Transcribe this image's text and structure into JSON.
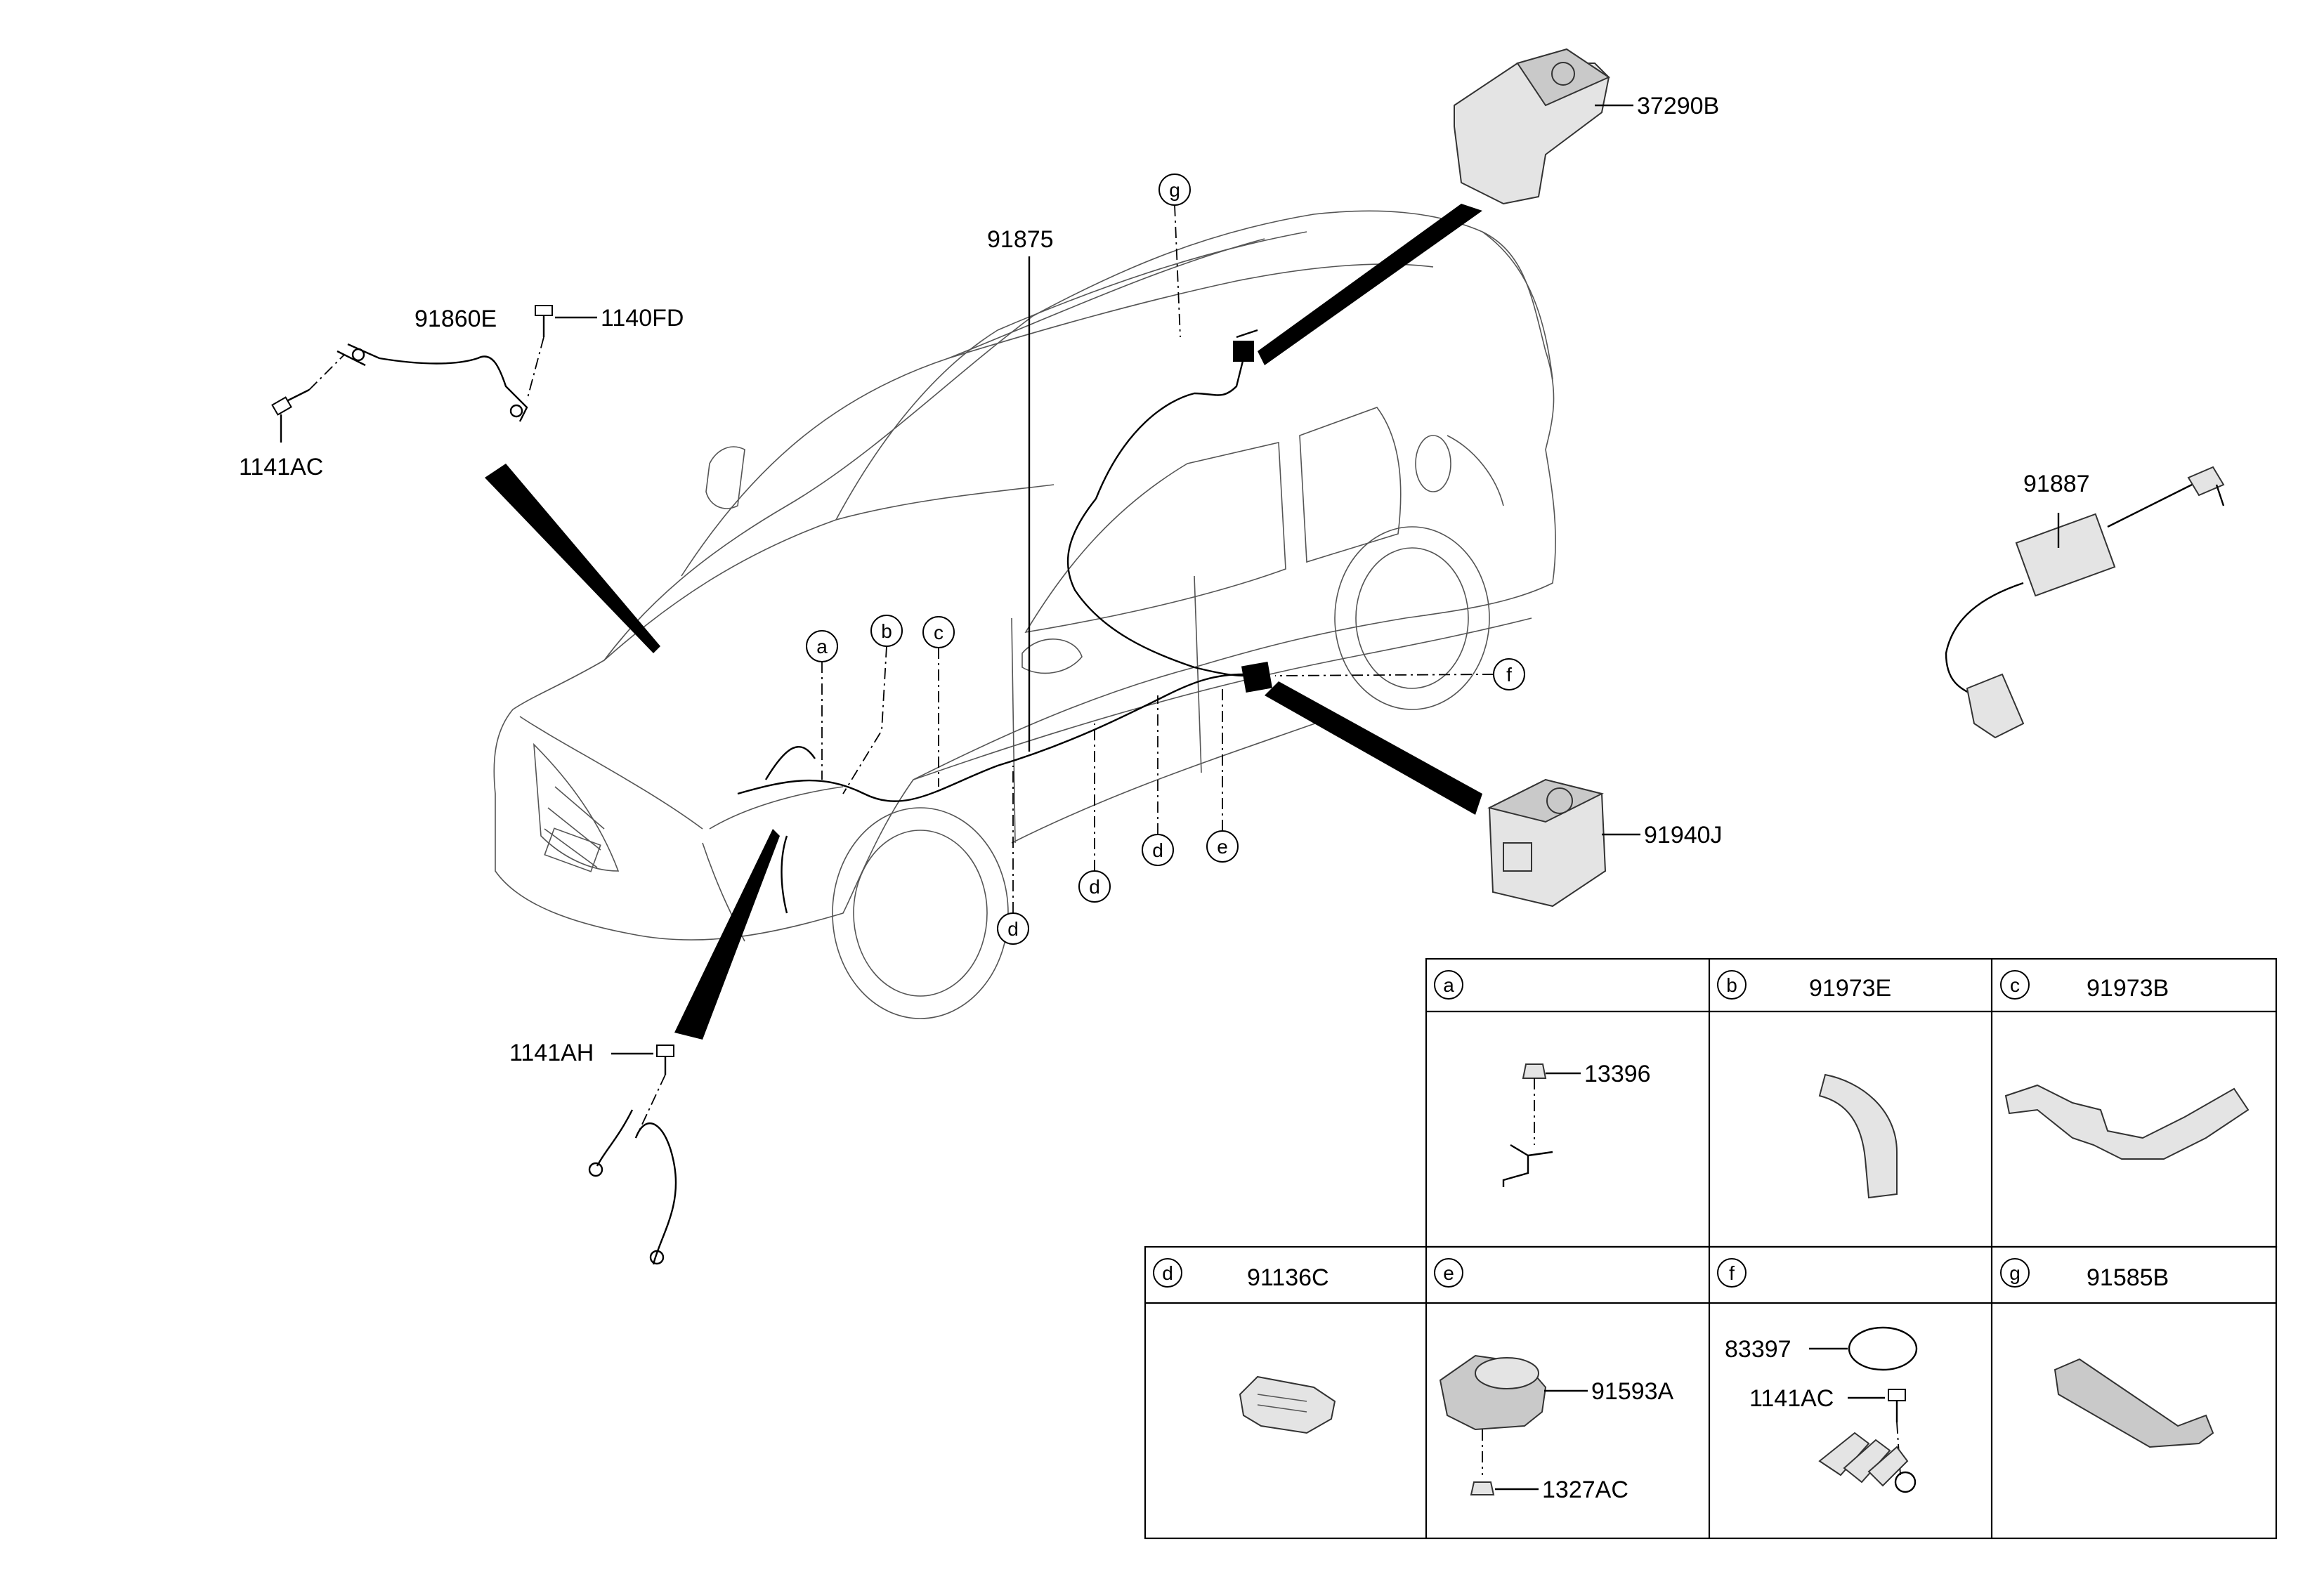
{
  "callouts": {
    "p37290B": "37290B",
    "p91875": "91875",
    "p91860E": "91860E",
    "p1140FD": "1140FD",
    "p1141AC_top": "1141AC",
    "p91887": "91887",
    "p91940J": "91940J",
    "p1141AH": "1141AH"
  },
  "diagram_letters": {
    "a": "a",
    "b": "b",
    "c": "c",
    "d1": "d",
    "d2": "d",
    "d3": "d",
    "e": "e",
    "f": "f",
    "g": "g"
  },
  "detail_table": {
    "cells": [
      {
        "letter": "a",
        "title": "",
        "parts": [
          "13396"
        ]
      },
      {
        "letter": "b",
        "title": "91973E",
        "parts": []
      },
      {
        "letter": "c",
        "title": "91973B",
        "parts": []
      },
      {
        "letter": "d",
        "title": "91136C",
        "parts": []
      },
      {
        "letter": "e",
        "title": "",
        "parts": [
          "91593A",
          "1327AC"
        ]
      },
      {
        "letter": "f",
        "title": "",
        "parts": [
          "83397",
          "1141AC"
        ]
      },
      {
        "letter": "g",
        "title": "91585B",
        "parts": []
      }
    ]
  }
}
